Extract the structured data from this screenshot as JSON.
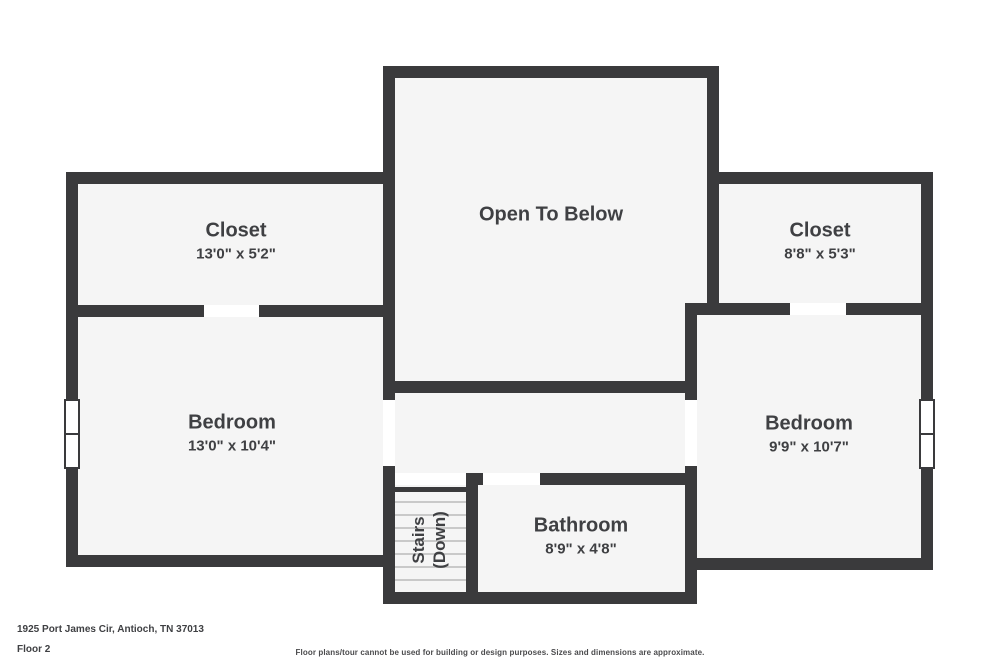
{
  "meta": {
    "address": "1925 Port James Cir, Antioch, TN 37013",
    "floor_label": "Floor 2",
    "disclaimer": "Floor plans/tour cannot be used for building or design purposes. Sizes and dimensions are approximate."
  },
  "colors": {
    "wall": "#3a3a3c",
    "floor": "#f5f5f5",
    "background": "#ffffff",
    "text": "#3f4043",
    "tread": "#c9c9c9"
  },
  "rooms": {
    "closet_left": {
      "name": "Closet",
      "dims": "13'0\" x 5'2\""
    },
    "open_below": {
      "name": "Open To Below",
      "dims": ""
    },
    "closet_right": {
      "name": "Closet",
      "dims": "8'8\" x 5'3\""
    },
    "bedroom_left": {
      "name": "Bedroom",
      "dims": "13'0\" x 10'4\""
    },
    "bedroom_right": {
      "name": "Bedroom",
      "dims": "9'9\" x 10'7\""
    },
    "bathroom": {
      "name": "Bathroom",
      "dims": "8'9\" x 4'8\""
    },
    "stairs": {
      "name": "Stairs",
      "dims": "(Down)"
    }
  }
}
